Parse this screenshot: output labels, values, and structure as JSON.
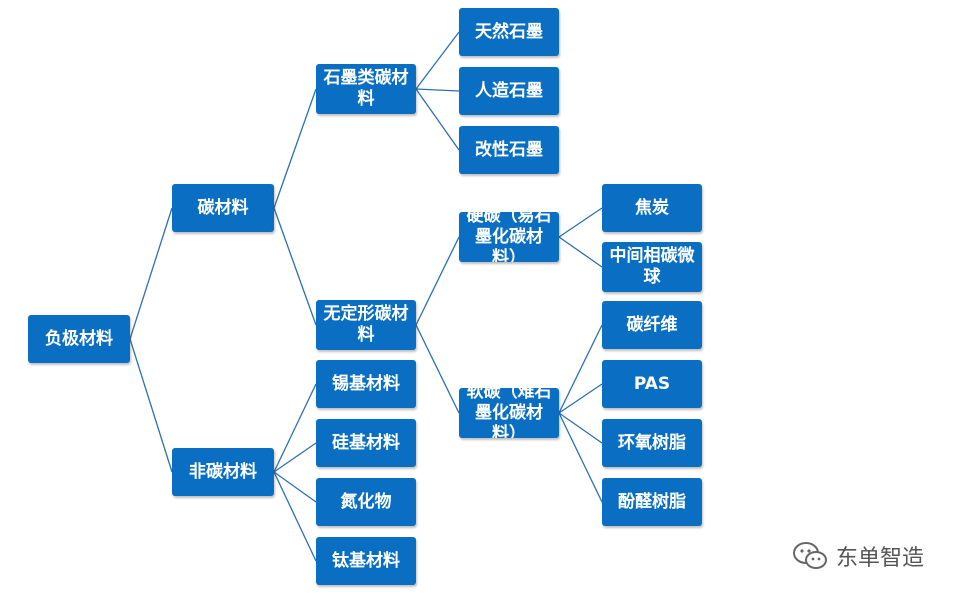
{
  "colors": {
    "node_fill": "#0A6FC2",
    "node_text": "#FFFFFF",
    "link": "#2E6FB0"
  },
  "nodes": {
    "root": "负极材料",
    "carbon": "碳材料",
    "noncarbon": "非碳材料",
    "graphite_class": "石墨类碳材料",
    "natural_graphite": "天然石墨",
    "artificial_graphite": "人造石墨",
    "modified_graphite": "改性石墨",
    "amorphous": "无定形碳材料",
    "soft_carbon": "硬碳（易石墨化碳材料）",
    "hard_carbon": "软碳（难石墨化碳材料）",
    "coke": "焦炭",
    "mcmb": "中间相碳微球",
    "carbon_fiber": "碳纤维",
    "pas": "PAS",
    "epoxy_resin": "环氧树脂",
    "phenolic_resin": "酚醛树脂",
    "tin_based": "锡基材料",
    "silicon_based": "硅基材料",
    "nitride": "氮化物",
    "titanium_based": "钛基材料"
  },
  "watermark": {
    "text": "东单智造",
    "icon": "wechat-icon"
  }
}
